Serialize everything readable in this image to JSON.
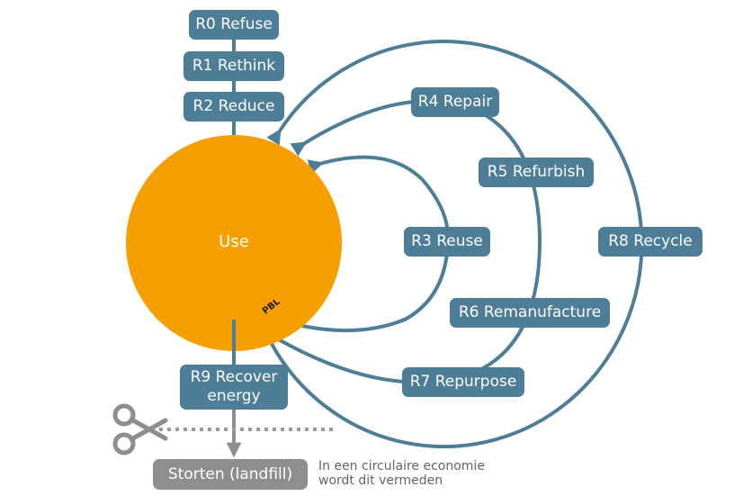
{
  "colors": {
    "box": "#4e7e97",
    "box_gray": "#8e8e8e",
    "use_circle": "#f5a000",
    "arrow": "#4e7e97",
    "landfill_arrow": "#8e8e8e",
    "note_text": "#666666"
  },
  "center": {
    "label": "Use",
    "watermark": "PBL"
  },
  "strategies": {
    "r0": "R0 Refuse",
    "r1": "R1 Rethink",
    "r2": "R2 Reduce",
    "r3": "R3 Reuse",
    "r4": "R4 Repair",
    "r5": "R5 Refurbish",
    "r6": "R6 Remanufacture",
    "r7": "R7 Repurpose",
    "r8": "R8 Recycle",
    "r9_line1": "R9 Recover",
    "r9_line2": "energy"
  },
  "landfill": {
    "label": "Storten (landfill)",
    "note_line1": "In een circulaire economie",
    "note_line2": "wordt dit vermeden",
    "scissors_icon": "scissors-icon"
  }
}
